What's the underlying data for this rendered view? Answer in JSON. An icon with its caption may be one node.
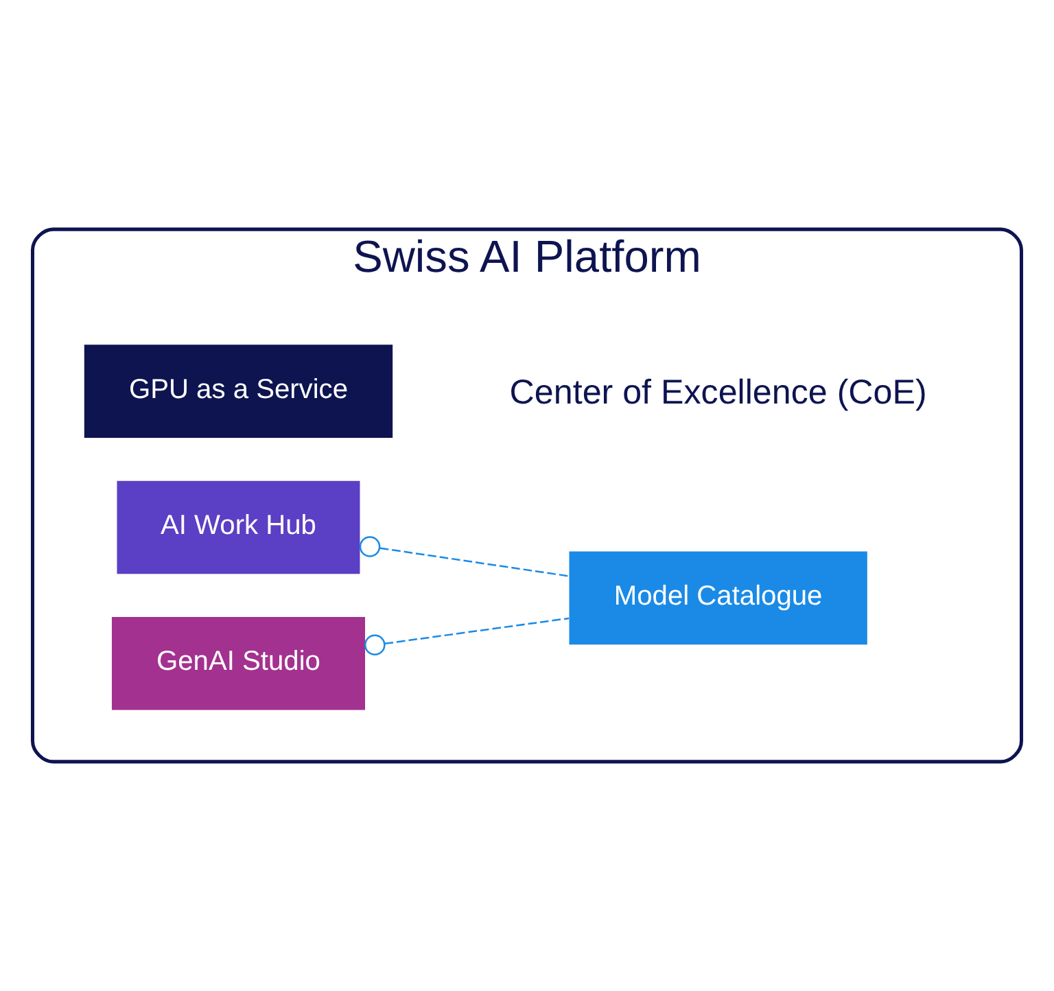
{
  "diagram": {
    "nodes": [
      {
        "text": [
          "Swiss AI Platform"
        ]
      },
      {
        "text": [
          "GenAI Studio"
        ],
        "in": 0
      },
      {
        "text": [
          "AI Work Hub"
        ],
        "in": 0
      },
      {
        "text": [
          "Model Catalogue"
        ],
        "in": 0
      },
      {
        "text": [
          "GPU as a Service"
        ],
        "in": 0
      }
    ],
    "edges": [
      {
        "from": 1,
        "to": 3,
        "arrow": "other",
        "style": "dashed"
      },
      {
        "from": 2,
        "to": 3,
        "arrow": "other",
        "style": "dashed"
      }
    ],
    "labels": [
      "Center of Excellence (CoE)"
    ]
  }
}
